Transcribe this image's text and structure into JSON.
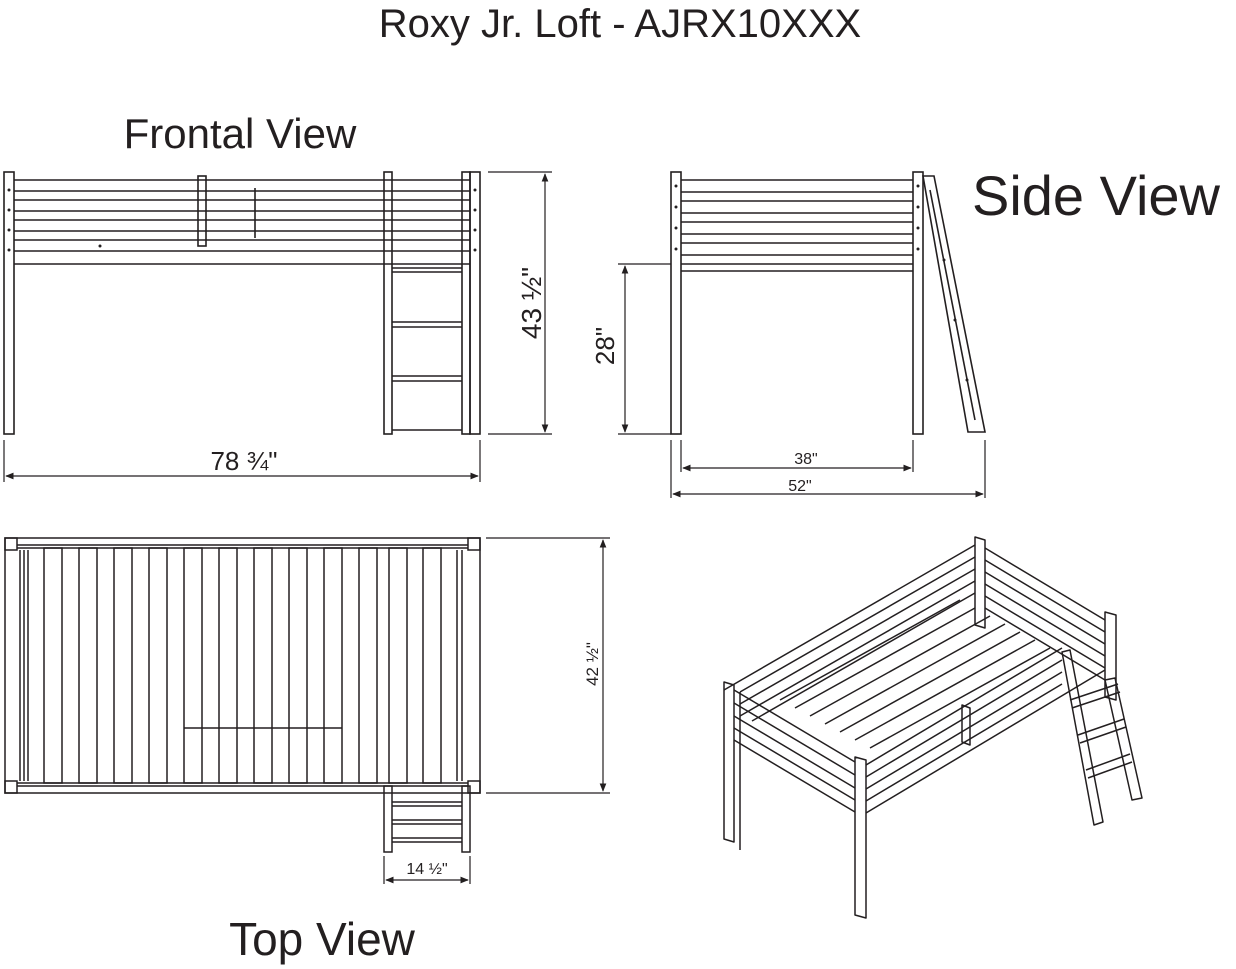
{
  "title": "Roxy Jr. Loft - AJRX10XXX",
  "views": {
    "frontal": "Frontal View",
    "side": "Side View",
    "top": "Top View"
  },
  "dimensions": {
    "frontal_width": "78 ¾\"",
    "frontal_height": "43 ½\"",
    "side_clearance": "28\"",
    "side_inner": "38\"",
    "side_outer": "52\"",
    "top_depth": "42 ½\"",
    "ladder_width": "14 ½\""
  },
  "colors": {
    "line": "#231f20",
    "background": "#ffffff"
  }
}
